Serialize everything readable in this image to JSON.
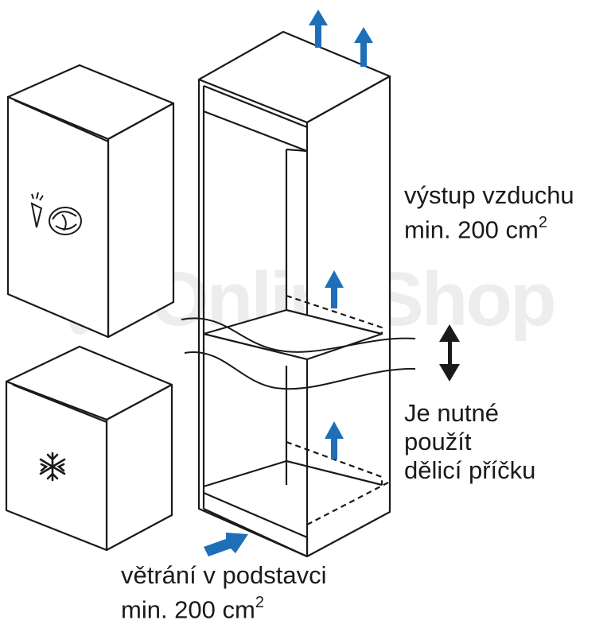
{
  "watermark": {
    "text": "OnlineShop"
  },
  "labels": {
    "air_outlet_line1": "výstup vzduchu",
    "air_outlet_line2": "min. 200 cm",
    "air_outlet_sup": "2",
    "divider_line1": "Je nutné",
    "divider_line2": "použít",
    "divider_line3": "dělicí příčku",
    "plinth_line1": "větrání v podstavci",
    "plinth_line2": "min. 200 cm",
    "plinth_sup": "2"
  },
  "colors": {
    "outline": "#1a1a1a",
    "arrow_blue": "#1e6fb8",
    "watermark": "#ededed"
  },
  "icons": [
    "vegetable-icon",
    "snowflake-icon",
    "double-arrow-icon",
    "airflow-arrow-icon"
  ]
}
